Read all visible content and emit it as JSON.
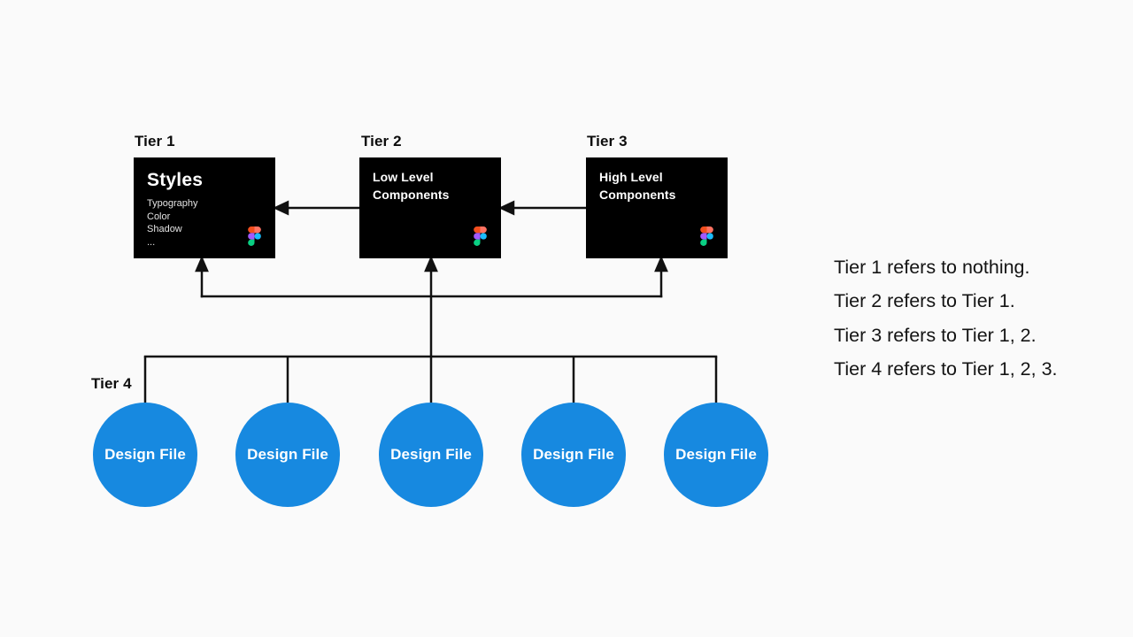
{
  "diagram": {
    "tiers": [
      {
        "label": "Tier 1",
        "title": "Styles",
        "items": [
          "Typography",
          "Color",
          "Shadow",
          "..."
        ]
      },
      {
        "label": "Tier 2",
        "title": "Low Level Components"
      },
      {
        "label": "Tier 3",
        "title": "High Level Components"
      },
      {
        "label": "Tier 4"
      }
    ],
    "design_file_label": "Design File",
    "notes": [
      "Tier 1 refers to nothing.",
      "Tier 2 refers to Tier 1.",
      "Tier 3 refers to Tier 1, 2.",
      "Tier 4 refers to Tier 1, 2, 3."
    ],
    "relationships": [
      {
        "from": "Tier 2",
        "to": "Tier 1"
      },
      {
        "from": "Tier 3",
        "to": "Tier 2"
      },
      {
        "from": "Tier 4",
        "to": "Tier 1, Tier 2, Tier 3"
      }
    ],
    "icons": [
      "figma-logo-icon"
    ],
    "colors": {
      "background": "#fafafa",
      "box": "#000000",
      "box_text": "#ffffff",
      "circle": "#1789e0",
      "line": "#111111",
      "note_text": "#141414",
      "figma_orange": "#f24e1e",
      "figma_coral": "#ff7262",
      "figma_purple": "#a259ff",
      "figma_blue": "#1abcfe",
      "figma_green": "#0acf83"
    }
  }
}
